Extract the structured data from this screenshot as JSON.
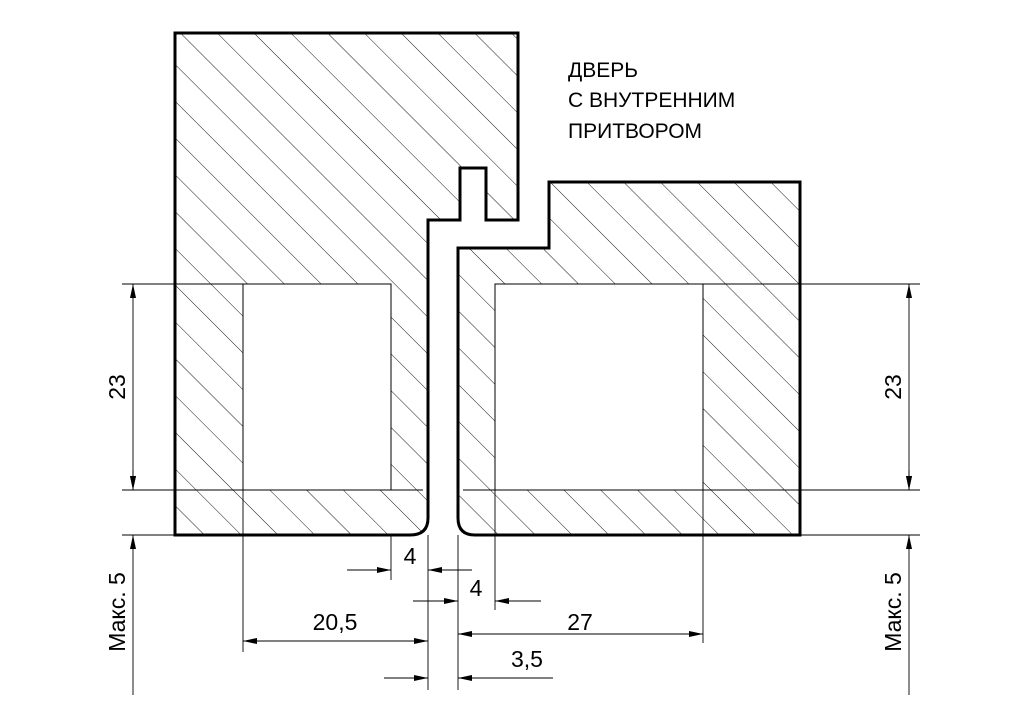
{
  "title_lines": [
    "ДВЕРЬ",
    "С ВНУТРЕННИМ",
    "ПРИТВОРОМ"
  ],
  "dimensions": {
    "height_left": "23",
    "height_right": "23",
    "max_left": "Макс. 5",
    "max_right": "Макс. 5",
    "gap_left": "4",
    "gap_right": "4",
    "depth_left": "20,5",
    "depth_right": "27",
    "clearance": "3,5"
  }
}
